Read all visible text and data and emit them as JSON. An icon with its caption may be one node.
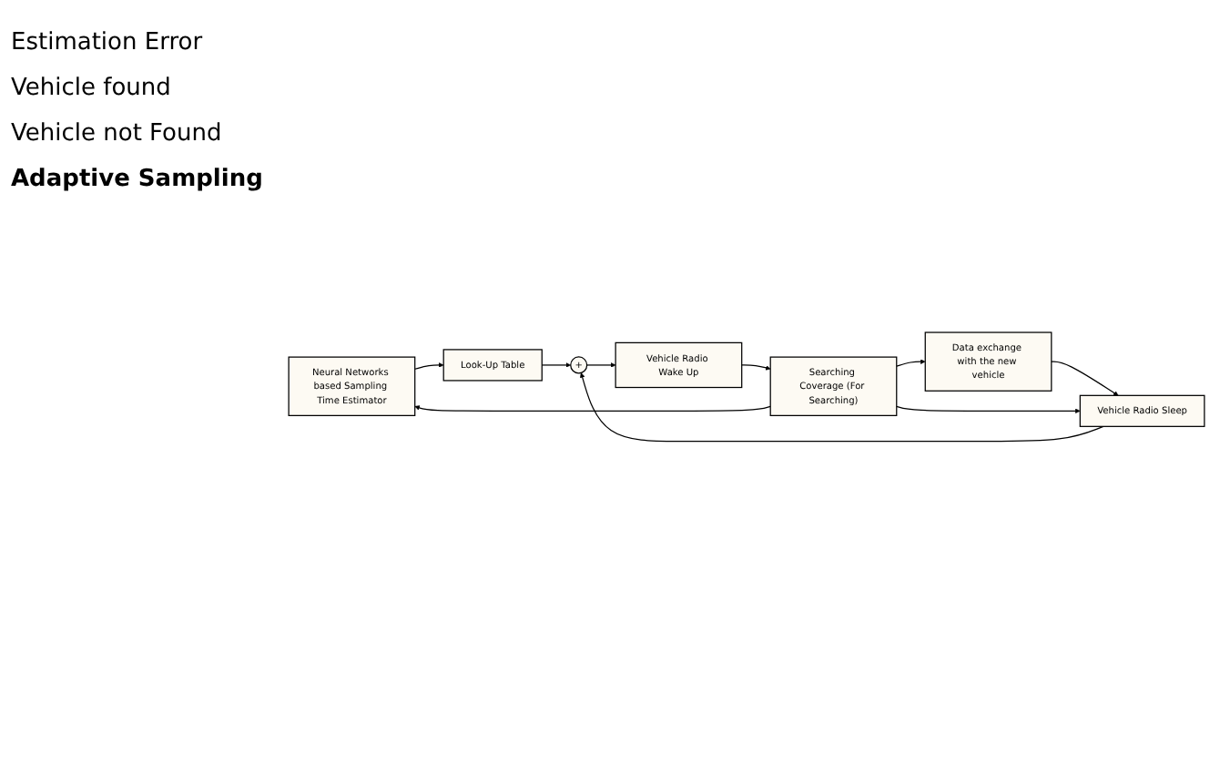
{
  "diagram": {
    "nodes": [
      {
        "text": [
          "Neural Networks based Sampling Time Estimator"
        ]
      },
      {
        "text": [
          "Look-Up Table"
        ]
      },
      {
        "text": [
          "Vehicle Radio Sleep"
        ]
      },
      {
        "text": [
          "+"
        ]
      },
      {
        "text": [
          "Vehicle Radio Wake Up"
        ]
      },
      {
        "text": [
          "Searching Coverage (For Searching)"
        ]
      },
      {
        "text": [
          "Data exchange with the new vehicle"
        ]
      }
    ],
    "edges": [
      {
        "from": 0,
        "to": 1,
        "arrow": "to"
      },
      {
        "from": 1,
        "to": 3,
        "arrow": "to"
      },
      {
        "from": 2,
        "to": 3,
        "arrow": "to"
      },
      {
        "from": 3,
        "to": 4,
        "arrow": "to"
      },
      {
        "from": 4,
        "to": 5,
        "arrow": "to"
      },
      {
        "from": 5,
        "to": 6,
        "arrow": "to"
      },
      {
        "from": 6,
        "to": 2,
        "arrow": "to"
      },
      {
        "from": 5,
        "to": 0,
        "arrow": "to"
      },
      {
        "from": 5,
        "to": 2,
        "arrow": "to"
      }
    ],
    "labels": [
      "Estimation Error",
      "Vehicle found",
      "Vehicle not Found",
      "Adaptive Sampling"
    ]
  }
}
